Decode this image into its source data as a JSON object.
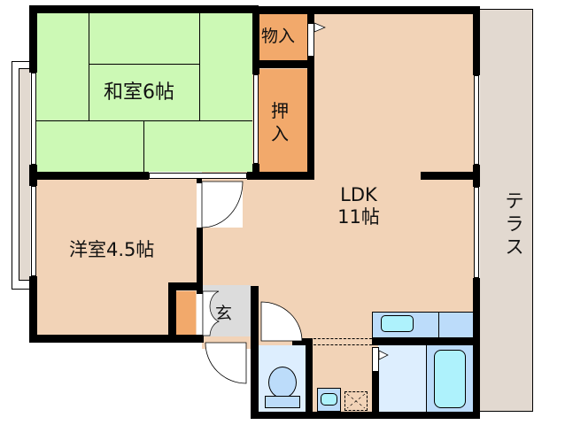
{
  "floor_plan": {
    "rooms": [
      {
        "id": "washitsu",
        "label": "和室6帖",
        "type": "japanese-room",
        "size_jo": 6
      },
      {
        "id": "mono-ire",
        "label": "物入",
        "type": "storage"
      },
      {
        "id": "oshiire",
        "label_line1": "押",
        "label_line2": "入",
        "type": "closet"
      },
      {
        "id": "ldk",
        "label_line1": "LDK",
        "label_line2": "11帖",
        "type": "living-dining-kitchen",
        "size_jo": 11
      },
      {
        "id": "youshitsu",
        "label": "洋室4.5帖",
        "type": "western-room",
        "size_jo": 4.5
      },
      {
        "id": "genkan",
        "label": "玄",
        "type": "entrance"
      },
      {
        "id": "terrace",
        "label_chars": [
          "テ",
          "ラ",
          "ス"
        ],
        "type": "terrace"
      },
      {
        "id": "toilet",
        "type": "toilet"
      },
      {
        "id": "washroom",
        "type": "washroom"
      },
      {
        "id": "bathroom",
        "type": "bathroom"
      },
      {
        "id": "kitchen-counter",
        "type": "kitchen"
      }
    ],
    "colors": {
      "washitsu": "#ccf9b5",
      "storage": "#f2a96b",
      "floor": "#f2d3b7",
      "terrace": "#e2d9d0",
      "entrance": "#dcdcdc",
      "wet_area": "#ddeefe",
      "fixture": "#bcdcfa",
      "fixture_inner": "#aef2fc",
      "wall": "#000000"
    }
  }
}
